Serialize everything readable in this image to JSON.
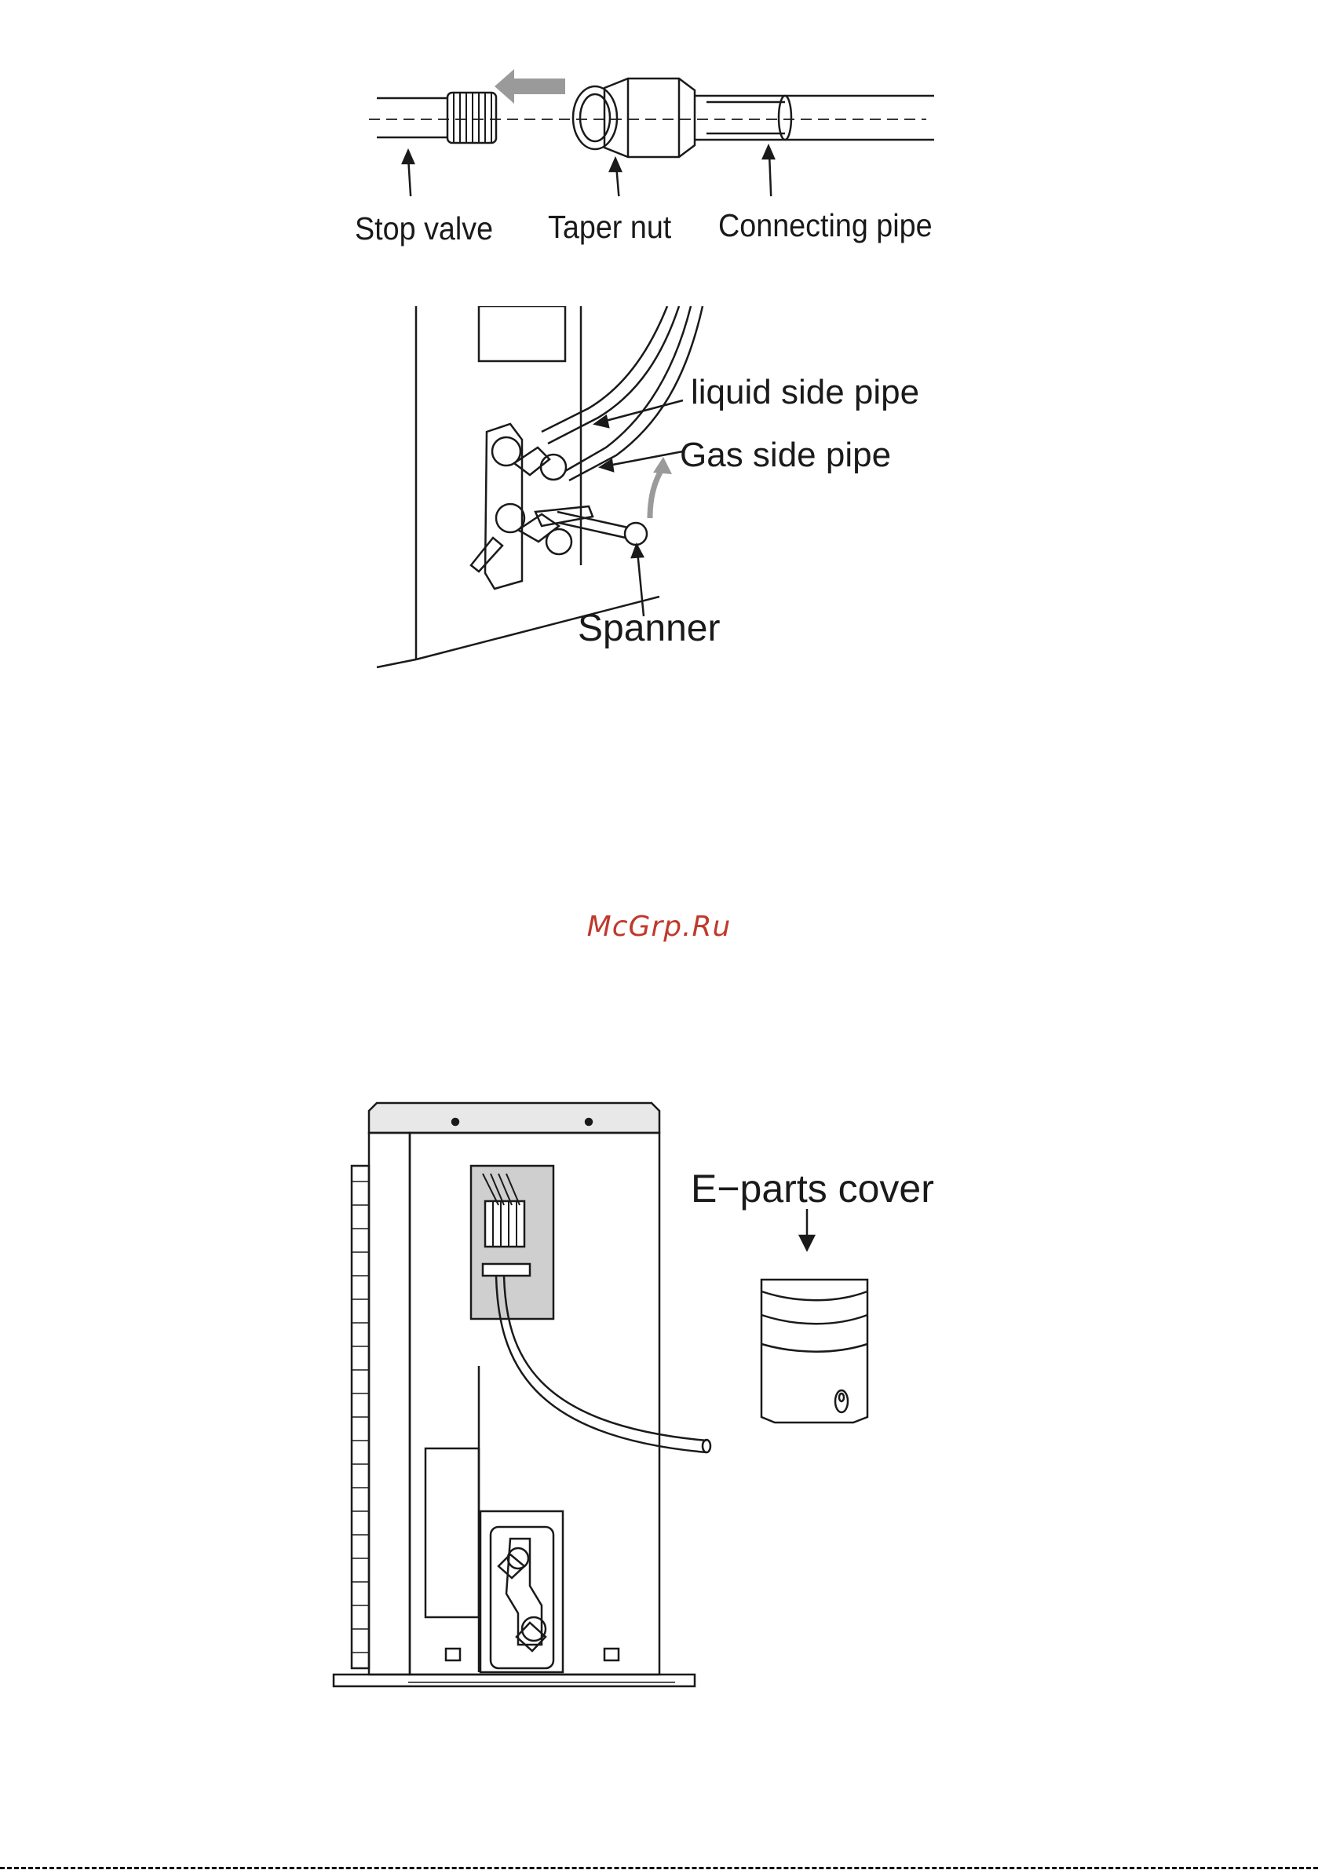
{
  "figure1": {
    "labels": {
      "stop_valve": "Stop valve",
      "taper_nut": "Taper nut",
      "connecting_pipe": "Connecting pipe"
    }
  },
  "figure2": {
    "labels": {
      "liquid_side_pipe": "liquid side pipe",
      "gas_side_pipe": "Gas side pipe",
      "spanner": "Spanner"
    }
  },
  "watermark": {
    "text": "McGrp.Ru",
    "color": "#c0392b"
  },
  "figure3": {
    "labels": {
      "e_parts_cover": "E−parts cover"
    }
  },
  "colors": {
    "line": "#1a1a1a",
    "arrow_gray": "#9a9a9a",
    "panel_gray": "#cfcfcf"
  }
}
